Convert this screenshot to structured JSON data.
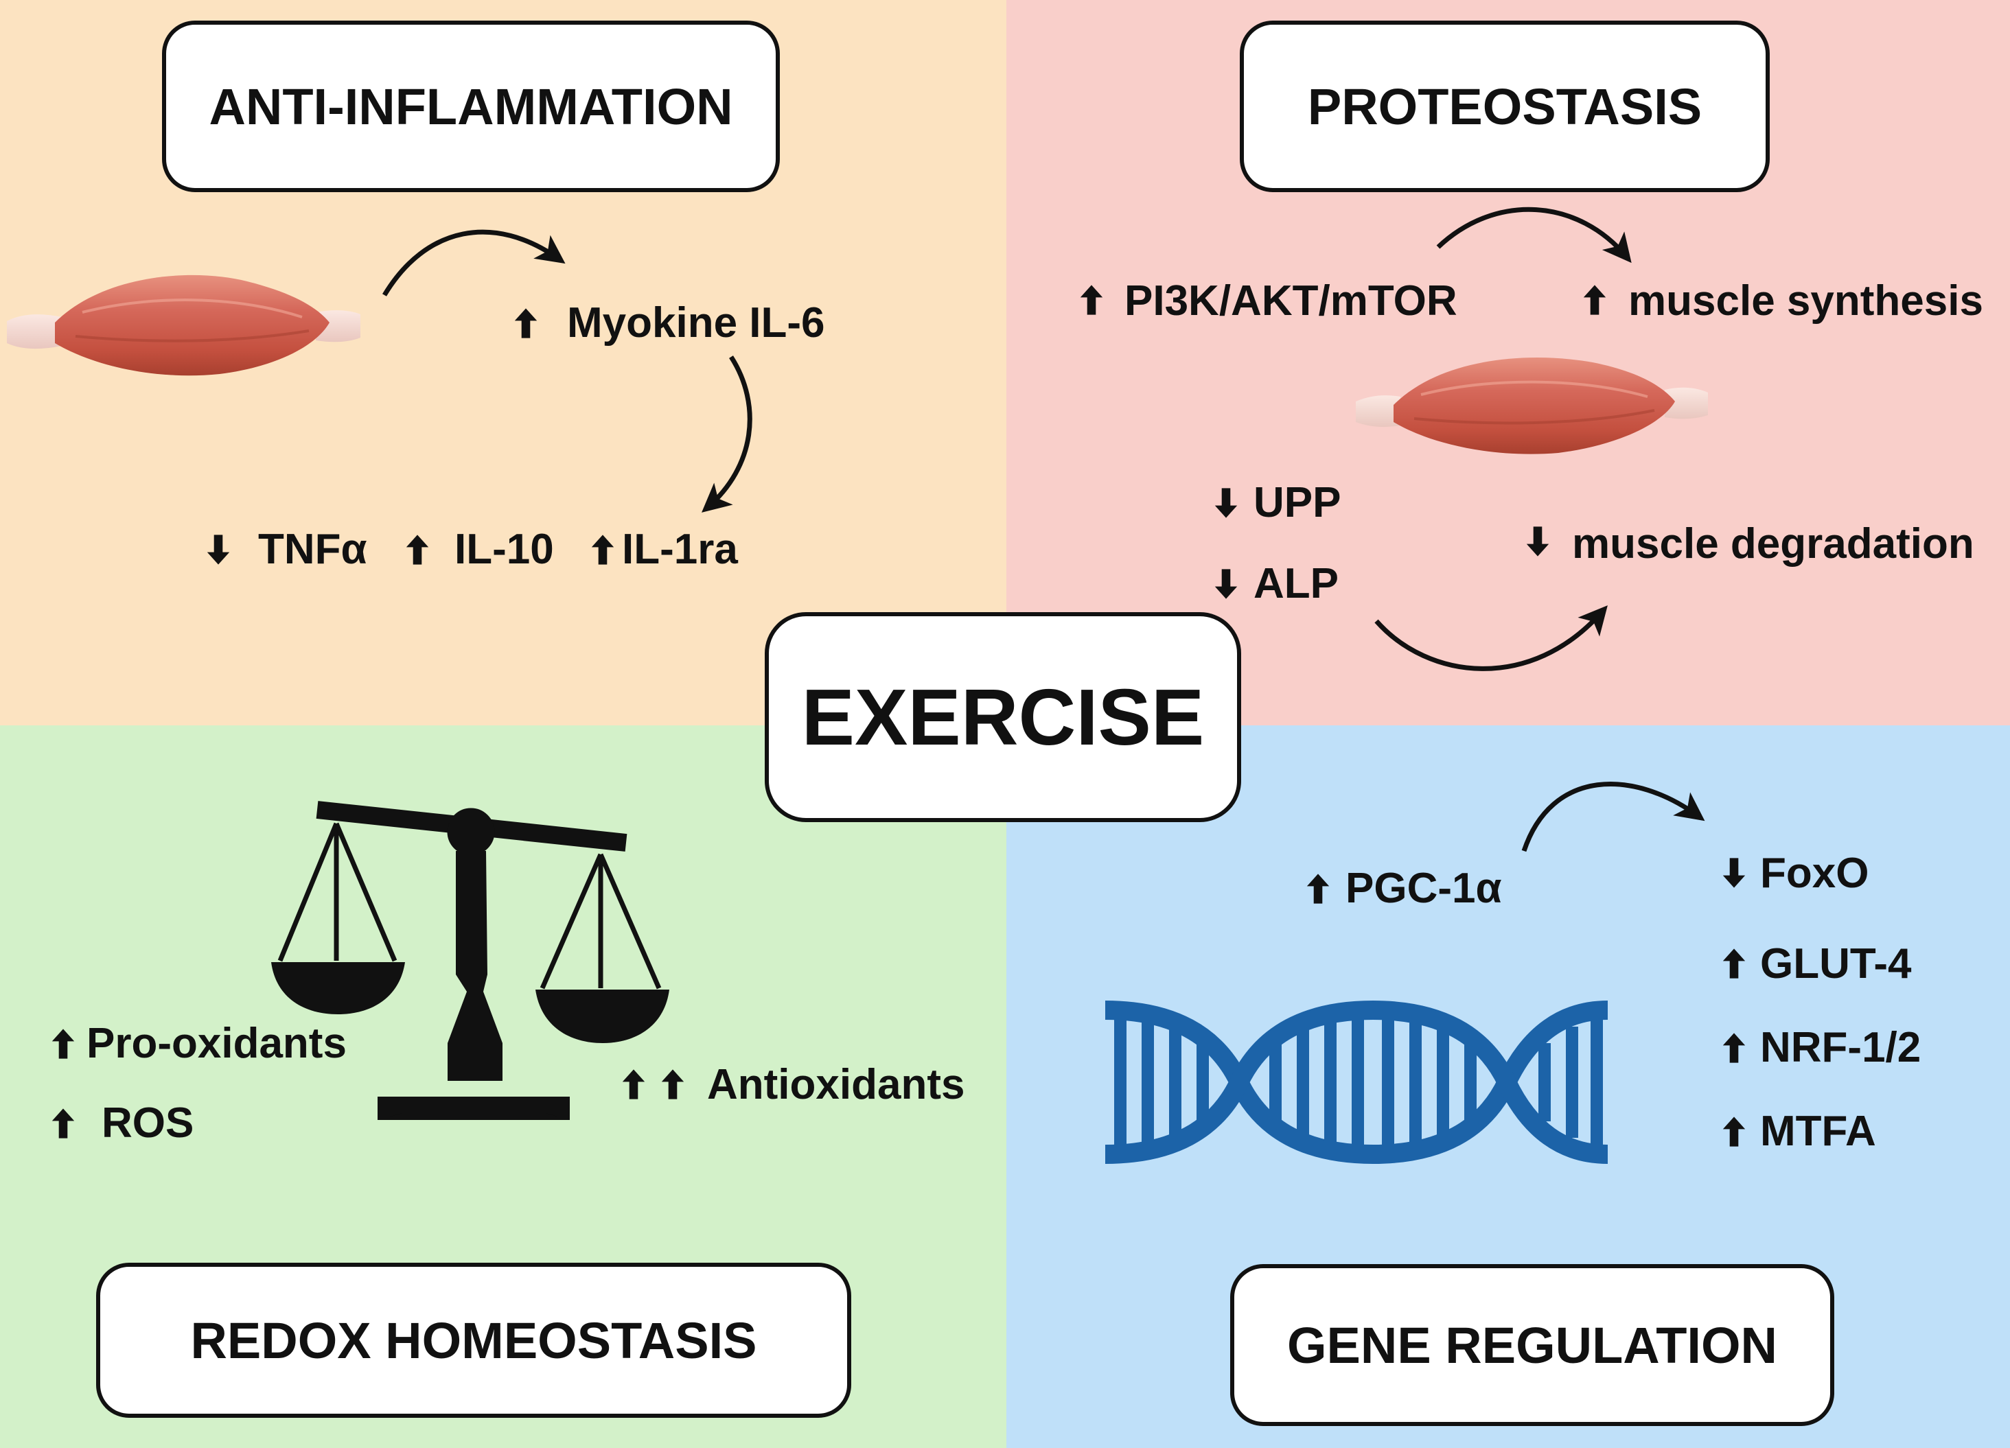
{
  "colors": {
    "anti_inflammation_bg": "#fce3c1",
    "proteostasis_bg": "#f9cfca",
    "redox_bg": "#d3f1c9",
    "gene_bg": "#bfe0f9",
    "dna": "#1c63a8",
    "muscle": "#d5685a"
  },
  "center": {
    "label": "EXERCISE"
  },
  "anti_inflammation": {
    "title": "ANTI-INFLAMMATION",
    "myokine": "Myokine IL-6",
    "tnf": "TNFα",
    "il10": "IL-10",
    "il1ra": "IL-1ra"
  },
  "proteostasis": {
    "title": "PROTEOSTASIS",
    "pathway": "PI3K/AKT/mTOR",
    "synthesis": "muscle synthesis",
    "upp": "UPP",
    "alp": "ALP",
    "degradation": "muscle degradation"
  },
  "redox": {
    "title": "REDOX HOMEOSTASIS",
    "prooxidants": "Pro-oxidants",
    "ros": "ROS",
    "antioxidants": "Antioxidants"
  },
  "gene": {
    "title": "GENE REGULATION",
    "pgc": "PGC-1α",
    "foxo": "FoxO",
    "glut": "GLUT-4",
    "nrf": "NRF-1/2",
    "mtfa": "MTFA"
  },
  "icons": [
    "muscle-icon",
    "balance-scale-icon",
    "dna-icon",
    "up-arrow-icon",
    "down-arrow-icon"
  ]
}
